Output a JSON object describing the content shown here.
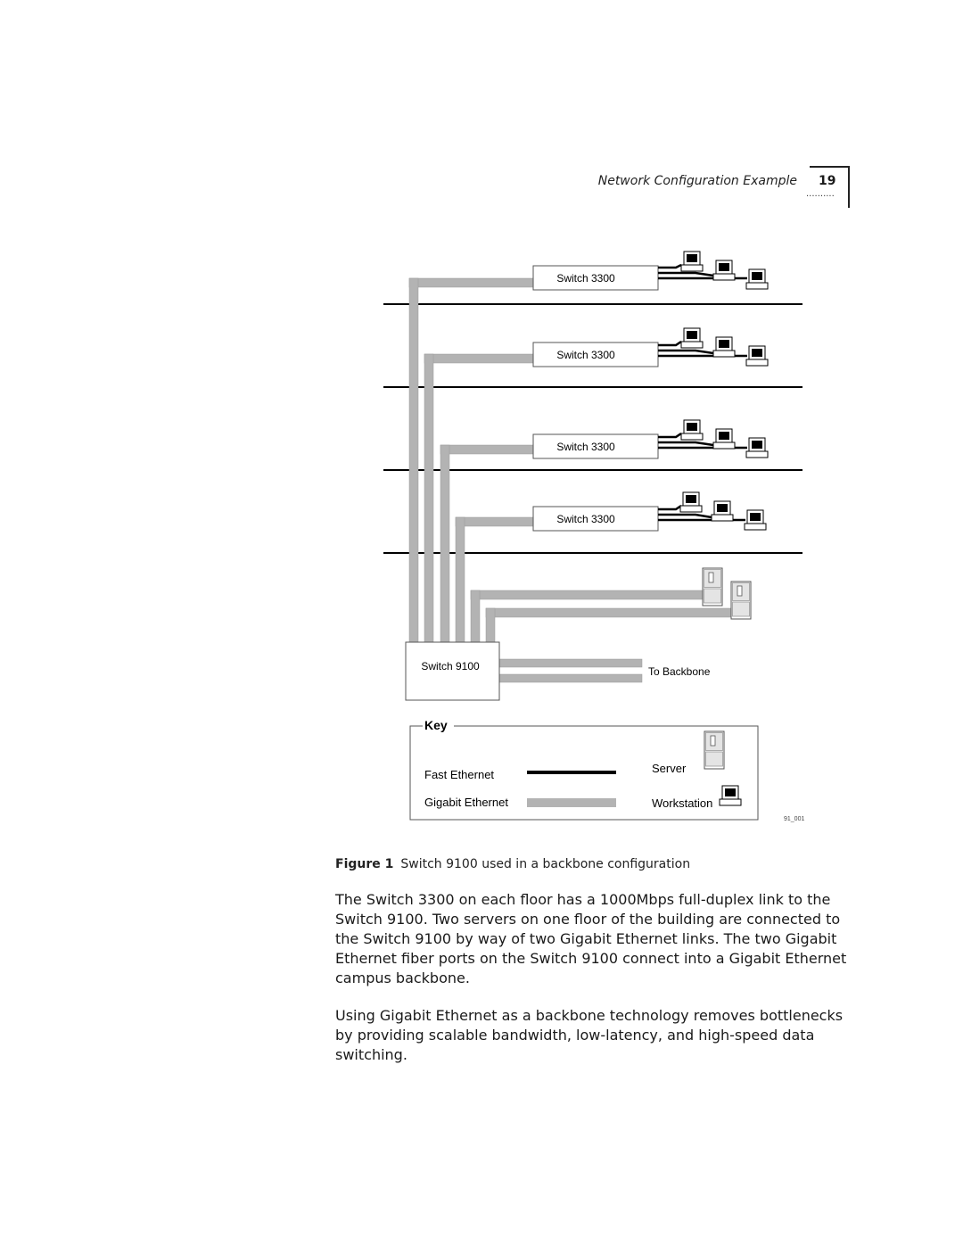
{
  "header": {
    "section_title": "Network Configuration Example",
    "page_number": "19"
  },
  "diagram": {
    "floor_switches": [
      "Switch 3300",
      "Switch 3300",
      "Switch 3300",
      "Switch 3300"
    ],
    "core_switch": "Switch 9100",
    "backbone_label": "To Backbone",
    "figure_id": "91_001",
    "key": {
      "title": "Key",
      "fast_ethernet": "Fast Ethernet",
      "gigabit_ethernet": "Gigabit Ethernet",
      "server": "Server",
      "workstation": "Workstation"
    },
    "colors": {
      "fast_ethernet": "#000000",
      "gigabit_ethernet": "#b3b3b3"
    }
  },
  "caption": {
    "label": "Figure 1",
    "text": "Switch 9100 used in a backbone configuration"
  },
  "body": {
    "paragraph1": "The Switch 3300 on each floor has a 1000Mbps full-duplex link to the Switch 9100. Two servers on one floor of the building are connected to the Switch 9100 by way of two Gigabit Ethernet links. The two Gigabit Ethernet fiber ports on the Switch 9100 connect into a Gigabit Ethernet campus backbone.",
    "paragraph2": "Using Gigabit Ethernet as a backbone technology removes bottlenecks by providing scalable bandwidth, low-latency, and high-speed data switching."
  }
}
